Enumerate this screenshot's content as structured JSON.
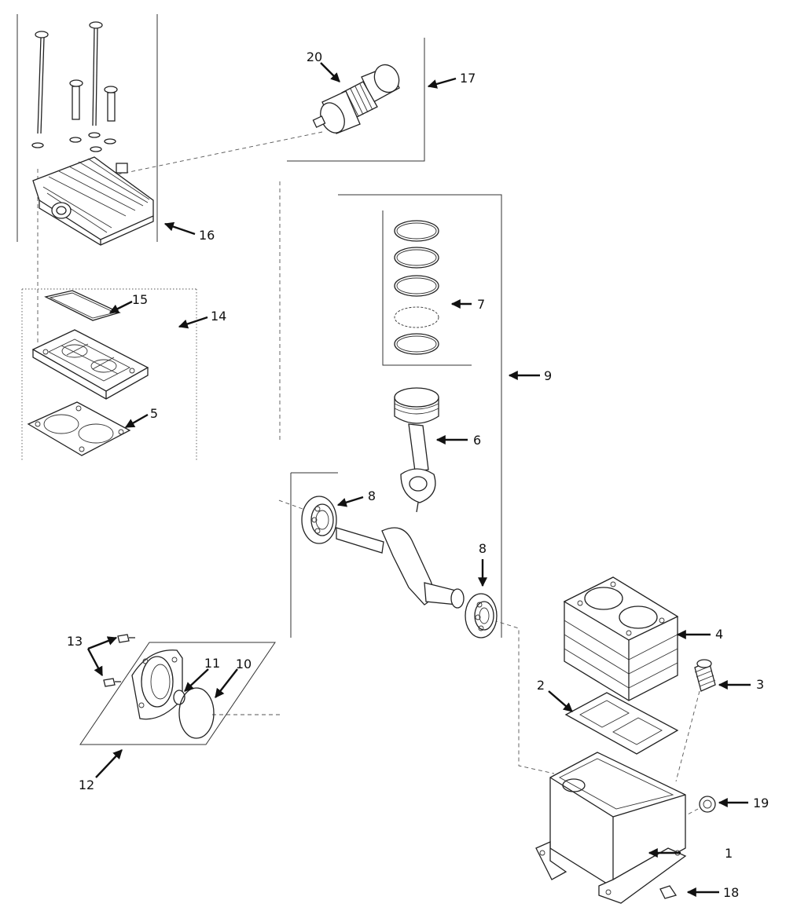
{
  "callouts": {
    "c1": "1",
    "c2": "2",
    "c3": "3",
    "c4": "4",
    "c5": "5",
    "c6": "6",
    "c7": "7",
    "c8a": "8",
    "c8b": "8",
    "c9": "9",
    "c10": "10",
    "c11": "11",
    "c12": "12",
    "c13": "13",
    "c14": "14",
    "c15": "15",
    "c16": "16",
    "c17": "17",
    "c18": "18",
    "c19": "19",
    "c20": "20"
  }
}
